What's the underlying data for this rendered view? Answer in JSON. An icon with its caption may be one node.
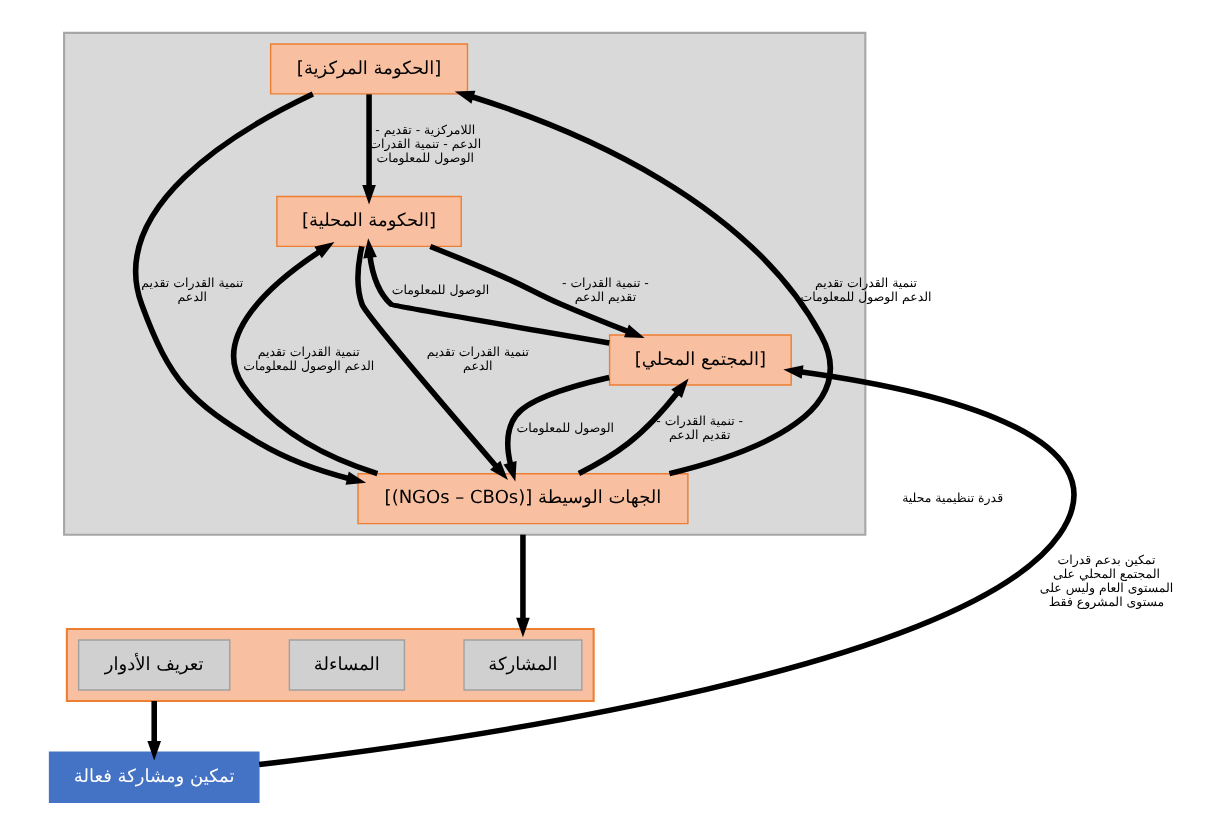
{
  "diagram": {
    "nodes": [
      {
        "text": [],
        "shape": "box"
      },
      {
        "text": [
          "[الحكومة المركزية]"
        ],
        "in": 0
      },
      {
        "text": [
          "[الحكومة المحلية]"
        ],
        "in": 0
      },
      {
        "text": [
          "[المجتمع المحلي]"
        ],
        "in": 0
      },
      {
        "text": [
          "[(NGOs – CBOs)] الجهات الوسيطة"
        ],
        "in": 0
      },
      {
        "text": [],
        "shape": "box"
      },
      {
        "text": [
          "المشاركة"
        ],
        "in": 5
      },
      {
        "text": [
          "المساءلة"
        ],
        "in": 5
      },
      {
        "text": [
          "تعريف الأدوار"
        ],
        "in": 5
      },
      {
        "text": [
          "تمكين ومشاركة فعالة"
        ]
      }
    ],
    "edges": [
      {
        "from": 1,
        "to": 2,
        "arrow": "to",
        "label": "- اللامركزية - تقديم الدعم - تنمية القدرات الوصول للمعلومات"
      },
      {
        "from": 2,
        "to": 3,
        "arrow": "to",
        "label": "- تنمية القدرات - تقديم الدعم"
      },
      {
        "from": 3,
        "to": 2,
        "arrow": "to",
        "label": "الوصول للمعلومات"
      },
      {
        "from": 4,
        "to": 1,
        "arrow": "to",
        "label": "تنمية القدرات تقديم الدعم الوصول للمعلومات"
      },
      {
        "from": 1,
        "to": 4,
        "arrow": "to",
        "label": "تنمية القدرات تقديم الدعم"
      },
      {
        "from": 4,
        "to": 2,
        "arrow": "to",
        "label": "تنمية القدرات تقديم الدعم الوصول للمعلومات"
      },
      {
        "from": 2,
        "to": 4,
        "arrow": "to",
        "label": "تنمية القدرات تقديم الدعم"
      },
      {
        "from": 4,
        "to": 3,
        "arrow": "to",
        "label": "- تنمية القدرات - تقديم الدعم"
      },
      {
        "from": 3,
        "to": 4,
        "arrow": "to",
        "label": "الوصول للمعلومات"
      },
      {
        "from": 0,
        "to": 5,
        "arrow": "to"
      },
      {
        "from": 5,
        "to": 9,
        "arrow": "to"
      },
      {
        "from": 9,
        "to": 3,
        "arrow": "to",
        "label": "تمكين بدعم قدرات المجتمع المحلي على المستوى العام وليس على مستوى المشروع فقط"
      }
    ],
    "labels": [
      "قدرة تنظيمية محلية"
    ]
  }
}
